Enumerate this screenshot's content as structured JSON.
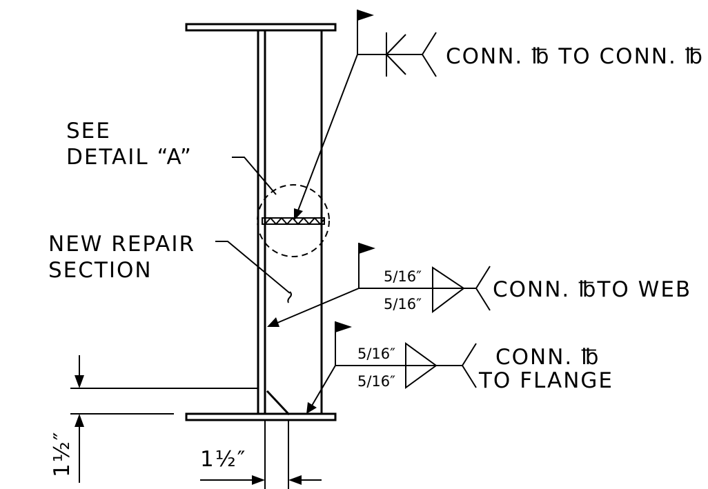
{
  "labels": {
    "see_detail_line1": "SEE",
    "see_detail_line2": "DETAIL “A”",
    "new_repair_line1": "NEW REPAIR",
    "new_repair_line2": "SECTION",
    "weld_top_note": "CONN. ℔ TO CONN. ℔",
    "weld_web_note": "CONN. ℔TO WEB",
    "weld_flange_note_line1": "CONN. ℔",
    "weld_flange_note_line2": "TO FLANGE"
  },
  "weld_sizes": {
    "web_arrow_side": "5/16″",
    "web_other_side": "5/16″",
    "flange_arrow_side": "5/16″",
    "flange_other_side": "5/16″"
  },
  "dimensions": {
    "vertical": "1½″",
    "horizontal": "1½″"
  }
}
